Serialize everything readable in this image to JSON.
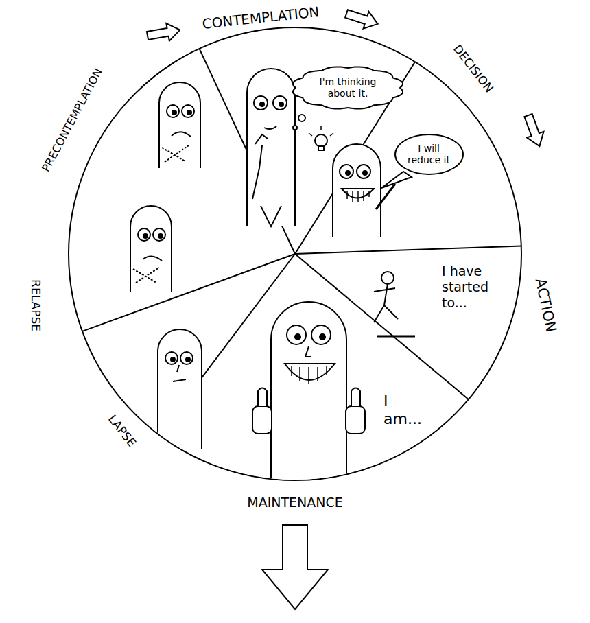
{
  "diagram": {
    "nodes": [
      {
        "text": [
          "I'm thinking about it."
        ]
      },
      {
        "text": [
          "I will reduce it"
        ]
      }
    ],
    "labels": [
      "PRECONTEMPLATION",
      "CONTEMPLATION",
      "DECISION",
      "ACTION",
      "MAINTENANCE",
      "LAPSE",
      "RELAPSE",
      "I have started to...",
      "I am..."
    ]
  }
}
